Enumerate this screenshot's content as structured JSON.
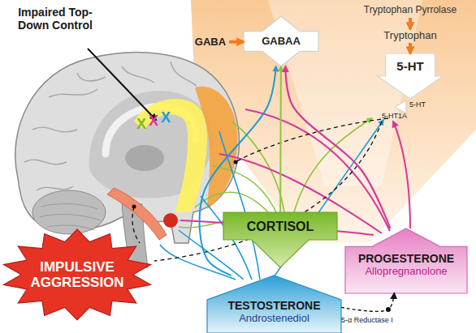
{
  "diagram": {
    "nodes": [
      {
        "text": [
          "GABA"
        ]
      },
      {
        "text": [
          "GABAA"
        ]
      },
      {
        "text": [
          "Tryptophan Pyrrolase"
        ]
      },
      {
        "text": [
          "Tryptophan"
        ]
      },
      {
        "text": [
          "5-HT"
        ]
      },
      {
        "text": [
          "CORTISOL"
        ]
      },
      {
        "text": [
          "PROGESTERONE",
          "Allopregnanolone"
        ]
      },
      {
        "text": [
          "TESTOSTERONE",
          "Androstenediol"
        ]
      },
      {
        "text": [
          "IMPULSIVE AGGRESSION"
        ]
      }
    ],
    "edges": [
      {
        "from": 0,
        "to": 1,
        "arrow": "to"
      },
      {
        "from": 2,
        "to": 3,
        "arrow": "to"
      },
      {
        "from": 3,
        "to": 4,
        "arrow": "to"
      },
      {
        "from": 5,
        "to": 1,
        "arrow": "to"
      },
      {
        "from": 6,
        "to": 1,
        "arrow": "to"
      },
      {
        "from": 7,
        "to": 1,
        "arrow": "to"
      },
      {
        "from": 7,
        "to": 6,
        "label": "5-α Reductase I",
        "arrow": "to"
      }
    ],
    "labels": [
      "Impaired Top-Down Control",
      "X",
      "X",
      "X",
      "5-HT",
      "5-HT1A"
    ]
  }
}
